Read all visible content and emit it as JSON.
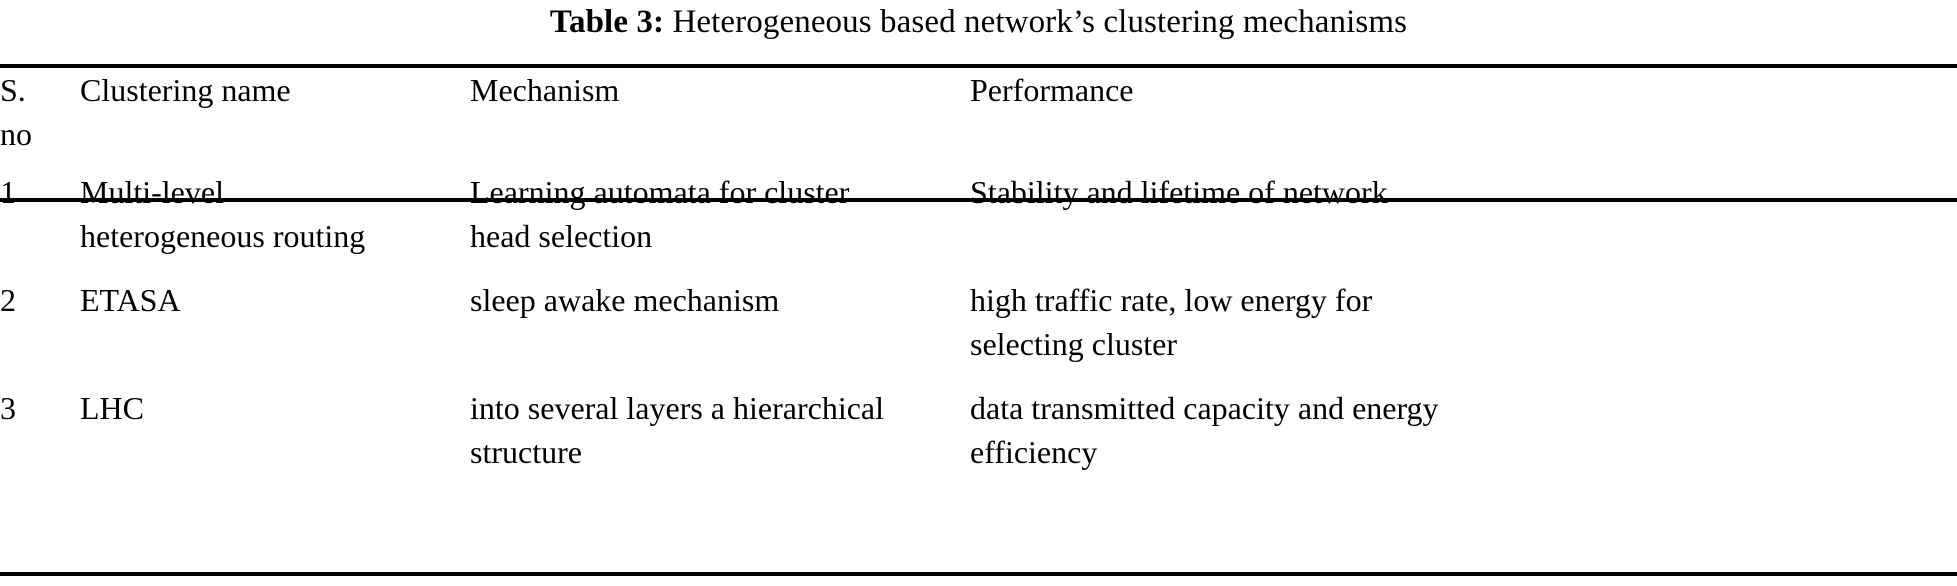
{
  "caption": {
    "label": "Table 3:",
    "text": "Heterogeneous based network’s clustering mechanisms"
  },
  "table": {
    "headers": {
      "sno_line1": "S.",
      "sno_line2": "no",
      "clustering_name": "Clustering name",
      "mechanism": "Mechanism",
      "performance": "Performance"
    },
    "rows": [
      {
        "sno": "1",
        "name_line1": "Multi-level",
        "name_line2": "heterogeneous routing",
        "mech_line1": "Learning automata for cluster",
        "mech_line2": "head selection",
        "perf_line1": "Stability and lifetime of network",
        "perf_line2": ""
      },
      {
        "sno": "2",
        "name_line1": "ETASA",
        "name_line2": "",
        "mech_line1": "sleep awake mechanism",
        "mech_line2": "",
        "perf_line1": "high traffic rate, low energy for",
        "perf_line2": "selecting cluster"
      },
      {
        "sno": "3",
        "name_line1": "LHC",
        "name_line2": "",
        "mech_line1": "into several layers a hierarchical",
        "mech_line2": "structure",
        "perf_line1": "data transmitted capacity and energy",
        "perf_line2": "efficiency"
      }
    ]
  },
  "colors": {
    "text": "#000000",
    "rule": "#000000",
    "background": "#ffffff"
  }
}
